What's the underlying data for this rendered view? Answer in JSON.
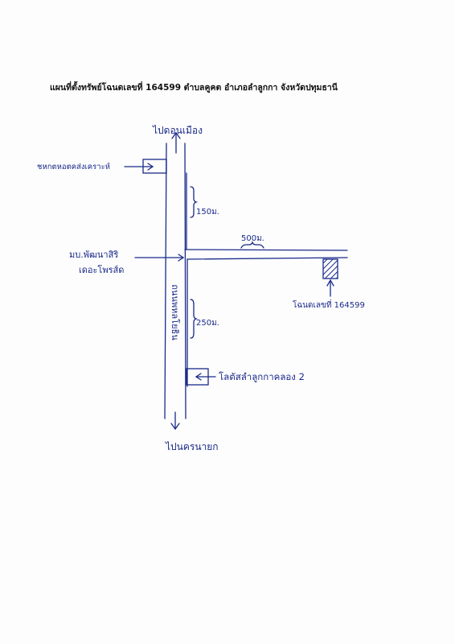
{
  "title": "แผนที่ตั้งทรัพย์โฉนดเลขที่ 164599 ตำบลคูคต อำเภอลำลูกกา จังหวัดปทุมธานี",
  "labels": {
    "to_north": "ไปดอนเมือง",
    "to_south": "ไปนครนายก",
    "landmark_top": "ชหกตหอตคส่งเคราะห์",
    "landmark_mid_1": "มบ.พัฒนาสิริ",
    "landmark_mid_2": "เดอะโพรส์ด",
    "landmark_bottom": "โลตัสลำลูกกาคลอง 2",
    "road_name": "ถนนพหลโยธิน",
    "dist_150": "150ม.",
    "dist_250": "250ม.",
    "dist_500": "500ม.",
    "parcel": "โฉนดเลขที่ 164599"
  },
  "colors": {
    "ink": "#1a2a8a",
    "title": "#111111"
  }
}
